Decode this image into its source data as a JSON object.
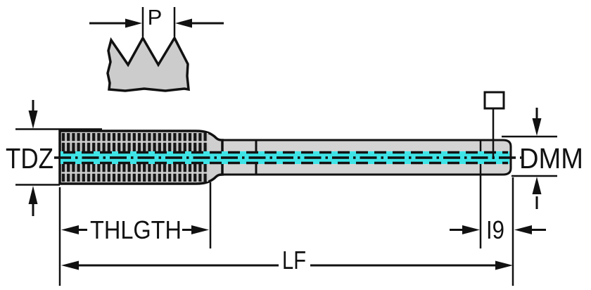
{
  "figure": {
    "type": "technical-drawing",
    "subject": "thread tap dimension diagram",
    "labels": {
      "p": "P",
      "tdz": "TDZ",
      "dmm": "DMM",
      "thlgth": "THLGTH",
      "i9": "I9",
      "lf": "LF"
    },
    "colors": {
      "highlight": "#3fe4e7",
      "line": "#111111",
      "body_fill": "#d4d4d4",
      "thread_fill": "#cfcfcf",
      "background": "#ffffff"
    }
  }
}
